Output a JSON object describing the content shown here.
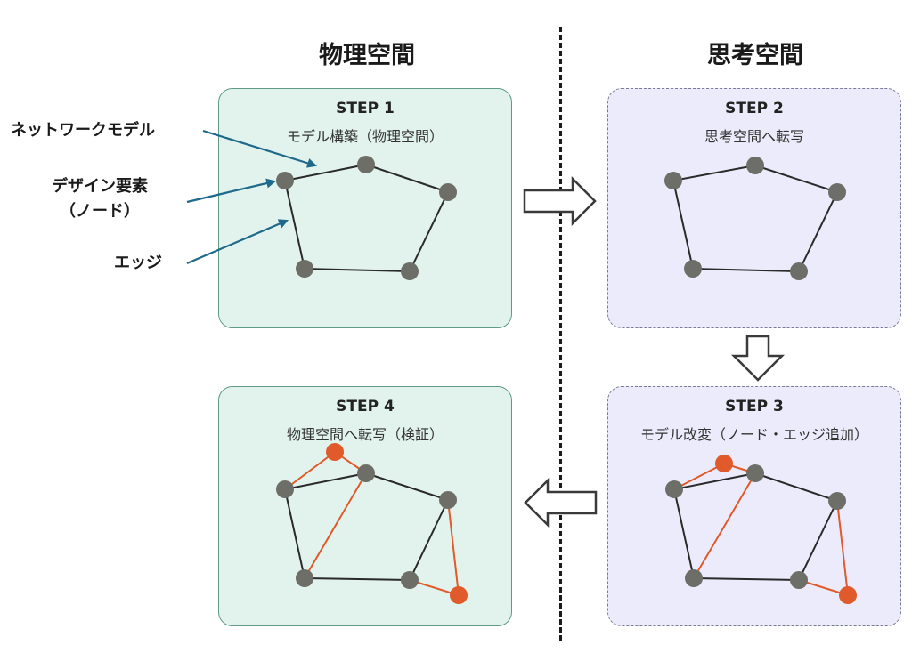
{
  "headings": {
    "physical": "物理空間",
    "thought": "思考空間"
  },
  "steps": [
    {
      "id": 1,
      "step": "STEP 1",
      "desc": "モデル構築（物理空間）",
      "space": "physical"
    },
    {
      "id": 2,
      "step": "STEP 2",
      "desc": "思考空間へ転写",
      "space": "thought"
    },
    {
      "id": 3,
      "step": "STEP 3",
      "desc": "モデル改変（ノード・エッジ追加）",
      "space": "thought"
    },
    {
      "id": 4,
      "step": "STEP 4",
      "desc": "物理空間へ転写（検証）",
      "space": "physical"
    }
  ],
  "callouts": {
    "network_model": "ネットワークモデル",
    "design_element_line1": "デザイン要素",
    "design_element_line2": "（ノード）",
    "edge": "エッジ"
  },
  "flow_arrows": [
    {
      "from": "STEP 1",
      "to": "STEP 2",
      "direction": "right"
    },
    {
      "from": "STEP 2",
      "to": "STEP 3",
      "direction": "down"
    },
    {
      "from": "STEP 3",
      "to": "STEP 4",
      "direction": "left"
    }
  ],
  "colors": {
    "node": "#6e6e68",
    "added_node": "#e05a2b",
    "edge": "#2a2a2a",
    "added_edge": "#e05a2b",
    "callout_arrow": "#1f6a8a",
    "physical_bg": "#e1f3ec",
    "thought_bg": "#ebebfb"
  },
  "graph": {
    "base_nodes": [
      "A",
      "B",
      "C",
      "D",
      "E"
    ],
    "base_edges": [
      [
        "A",
        "B"
      ],
      [
        "B",
        "C"
      ],
      [
        "C",
        "E"
      ],
      [
        "E",
        "D"
      ],
      [
        "D",
        "A"
      ]
    ],
    "added_nodes": [
      "F",
      "G"
    ],
    "added_edges": [
      [
        "A",
        "F"
      ],
      [
        "F",
        "B"
      ],
      [
        "B",
        "D"
      ],
      [
        "C",
        "G"
      ],
      [
        "G",
        "E"
      ]
    ]
  }
}
